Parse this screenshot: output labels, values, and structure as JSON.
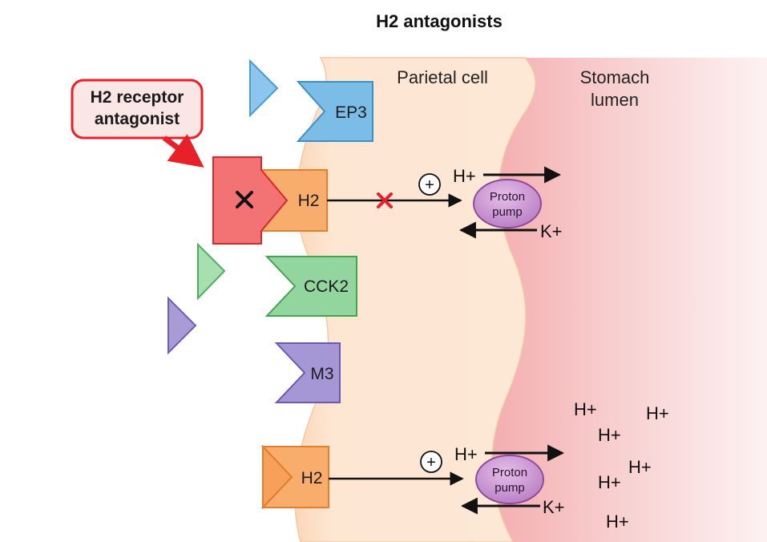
{
  "title": "H2 antagonists",
  "regions": {
    "parietal_cell": "Parietal cell",
    "stomach_lumen_line1": "Stomach",
    "stomach_lumen_line2": "lumen"
  },
  "callout": {
    "line1": "H2 receptor",
    "line2": "antagonist"
  },
  "receptors": {
    "ep3": "EP3",
    "h2_blocked": "H2",
    "cck2": "CCK2",
    "m3": "M3",
    "h2_active": "H2"
  },
  "pump_top": {
    "line1": "Proton",
    "line2": "pump",
    "h_ion": "H+",
    "k_ion": "K+",
    "stimulation": "+"
  },
  "pump_bottom": {
    "line1": "Proton",
    "line2": "pump",
    "h_ion": "H+",
    "k_ion": "K+",
    "stimulation": "+"
  },
  "lumen_ions": [
    "H+",
    "H+",
    "H+",
    "H+",
    "H+",
    "H+"
  ],
  "colors": {
    "cell": "#fde3cc",
    "lumen": "#f7c4c2",
    "ep3": "#6fb4e4",
    "h2": "#f7a766",
    "antagonist": "#f06a6c",
    "cck2": "#8fd39a",
    "m3": "#9f8fd0",
    "pump": "#c98fd0",
    "block": "#e8202a"
  },
  "icons": {
    "block_mark": "x-mark-icon",
    "inhibition": "red-x-icon",
    "plus": "plus-circle-icon"
  }
}
